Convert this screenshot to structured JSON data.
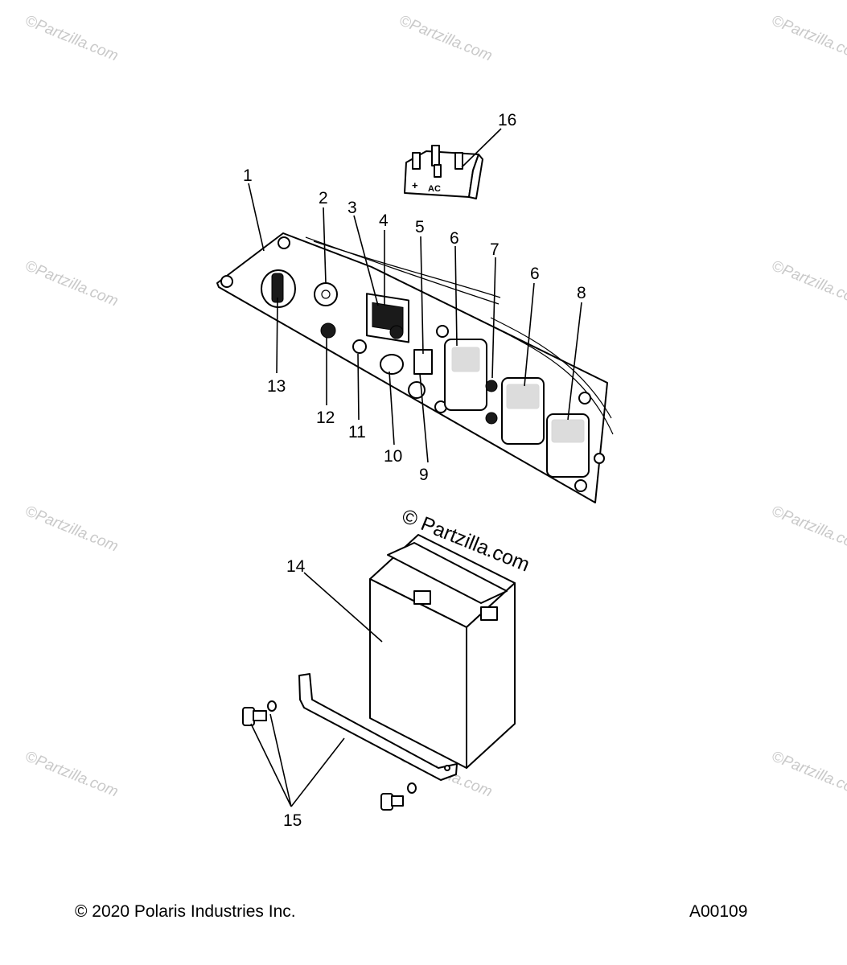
{
  "watermark": {
    "text": "© Partzilla.com",
    "repeat_text": "©Partzilla.com"
  },
  "callouts": [
    "1",
    "2",
    "3",
    "4",
    "5",
    "6",
    "7",
    "6",
    "8",
    "9",
    "10",
    "11",
    "12",
    "13",
    "14",
    "15",
    "16"
  ],
  "rectifier_labels": {
    "plus": "+",
    "ac": "AC"
  },
  "footer": {
    "copyright": "© 2020 Polaris Industries Inc.",
    "diagram_code": "A00109"
  }
}
